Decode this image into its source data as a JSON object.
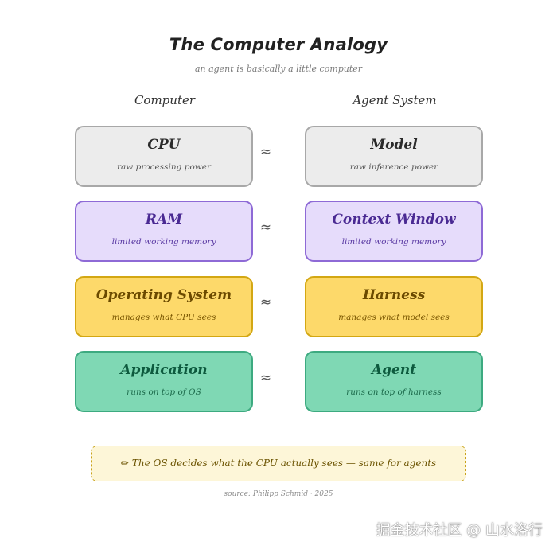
{
  "header": {
    "title": "The Computer Analogy",
    "subtitle": "an agent is basically a little computer"
  },
  "columns": {
    "left": "Computer",
    "right": "Agent System"
  },
  "approx_symbol": "≈",
  "rows": [
    {
      "color": "gray",
      "left": {
        "name": "CPU",
        "desc": "raw processing power"
      },
      "right": {
        "name": "Model",
        "desc": "raw inference power"
      }
    },
    {
      "color": "purple",
      "left": {
        "name": "RAM",
        "desc": "limited working memory"
      },
      "right": {
        "name": "Context Window",
        "desc": "limited working memory"
      }
    },
    {
      "color": "yellow",
      "left": {
        "name": "Operating System",
        "desc": "manages what CPU sees"
      },
      "right": {
        "name": "Harness",
        "desc": "manages what model sees"
      }
    },
    {
      "color": "green",
      "left": {
        "name": "Application",
        "desc": "runs on top of OS"
      },
      "right": {
        "name": "Agent",
        "desc": "runs on top of harness"
      }
    }
  ],
  "note": {
    "icon": "pencil-icon",
    "text": "The OS decides what the CPU actually sees — same for agents"
  },
  "source": "source: Philipp Schmid · 2025",
  "watermark": "掘金技术社区 @ 山水洛行",
  "colors": {
    "gray_fill": "#ececec",
    "gray_border": "#a8a8a8",
    "purple_fill": "#e6dcfb",
    "purple_border": "#8e6ad6",
    "yellow_fill": "#fdd96a",
    "yellow_border": "#d3a713",
    "green_fill": "#7fd8b4",
    "green_border": "#3daa80"
  }
}
